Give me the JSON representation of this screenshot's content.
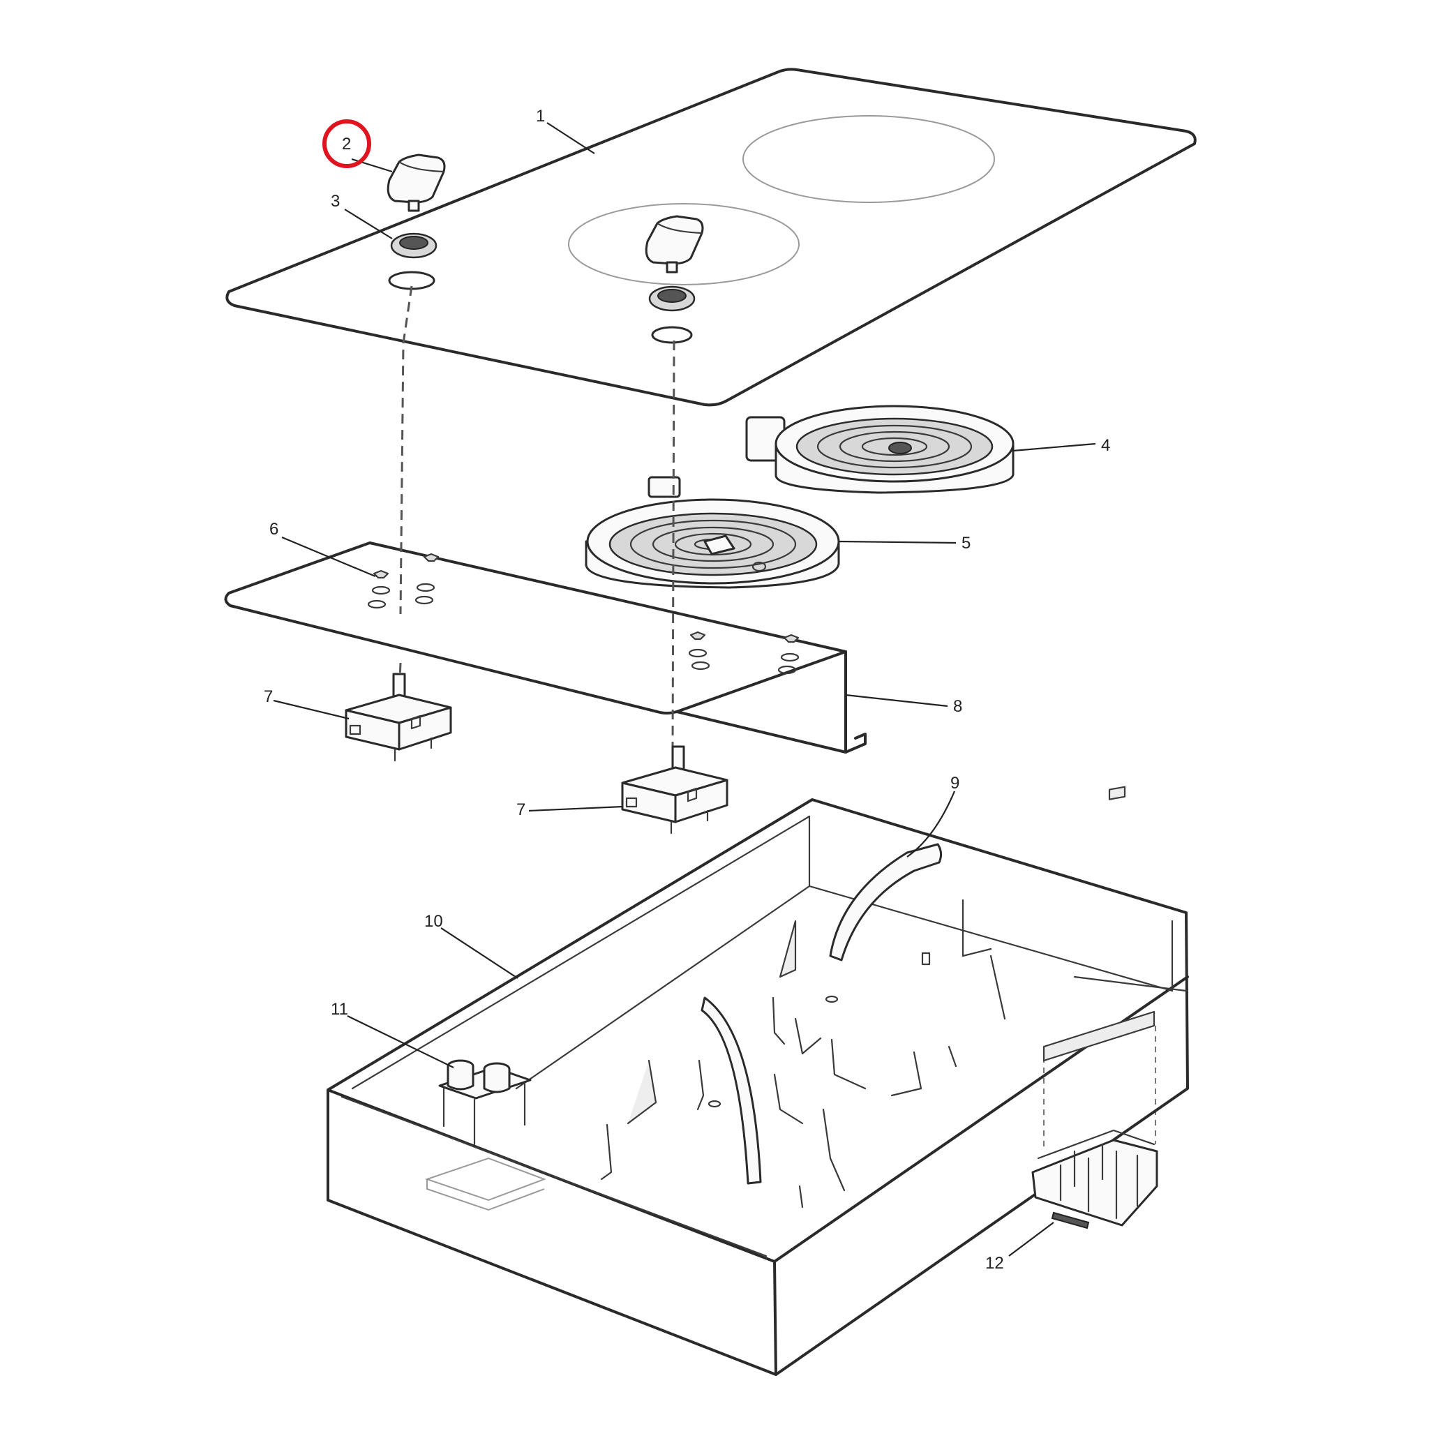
{
  "callouts": {
    "c1": "1",
    "c2": "2",
    "c3": "3",
    "c4": "4",
    "c5": "5",
    "c6": "6",
    "c7a": "7",
    "c7b": "7",
    "c8": "8",
    "c9": "9",
    "c10": "10",
    "c11": "11",
    "c12": "12"
  },
  "highlight": {
    "target": "2",
    "color": "#e0141e"
  }
}
